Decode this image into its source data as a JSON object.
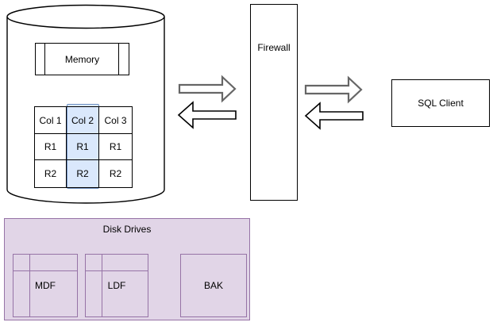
{
  "diagram": {
    "database": {
      "memory_label": "Memory",
      "table": {
        "headers": [
          "Col 1",
          "Col 2",
          "Col 3"
        ],
        "rows": [
          [
            "R1",
            "R1",
            "R1"
          ],
          [
            "R2",
            "R2",
            "R2"
          ]
        ],
        "highlighted_column": "Col 2"
      }
    },
    "firewall": {
      "label": "Firewall"
    },
    "sql_client": {
      "label": "SQL Client"
    },
    "disk_drives": {
      "title": "Disk Drives",
      "drives": [
        {
          "label": "MDF"
        },
        {
          "label": "LDF"
        },
        {
          "label": "BAK"
        }
      ]
    },
    "colors": {
      "shape_stroke": "#000000",
      "highlight_fill": "#dae8fc",
      "highlight_stroke": "#6c8ebf",
      "purple_fill": "#e1d5e7",
      "purple_stroke": "#9673a6",
      "arrow_outbound_stroke": "#666666",
      "arrow_inbound_stroke": "#000000"
    }
  }
}
